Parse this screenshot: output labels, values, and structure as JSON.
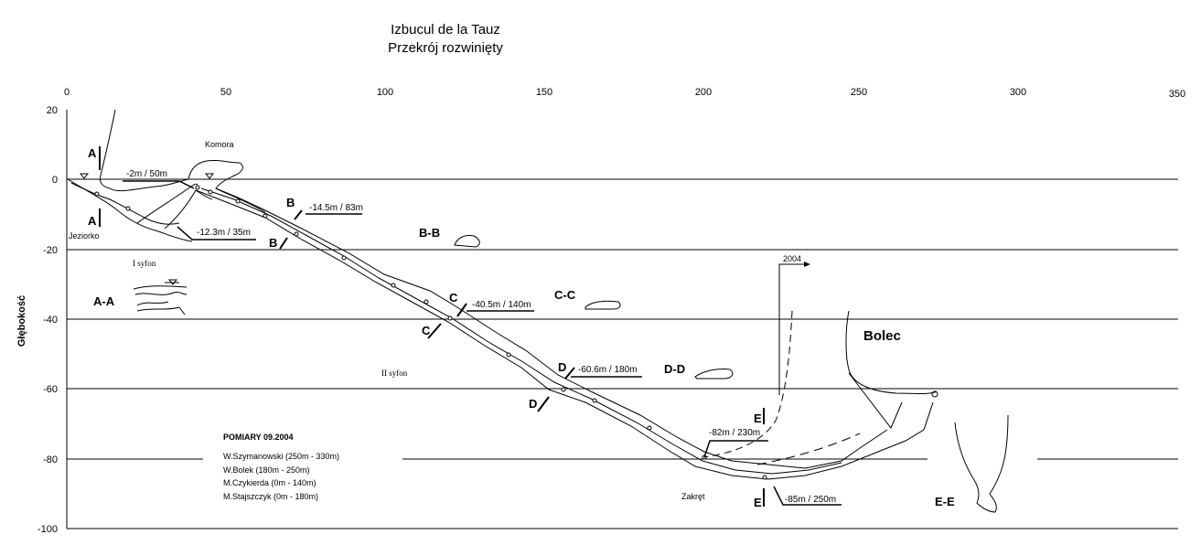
{
  "title": "Izbucul de la Tauz",
  "subtitle": "Przekrój rozwinięty",
  "x_axis": {
    "range": [
      0,
      350
    ],
    "ticks": [
      "0",
      "50",
      "100",
      "150",
      "200",
      "250",
      "300",
      "350"
    ]
  },
  "y_axis": {
    "label": "Głębokość",
    "range": [
      -100,
      20
    ],
    "ticks": [
      "20",
      "0",
      "-20",
      "-40",
      "-60",
      "-80",
      "-100"
    ]
  },
  "section_markers": [
    "A",
    "A",
    "B",
    "B",
    "C",
    "C",
    "D",
    "D",
    "E",
    "E"
  ],
  "depth_labels": {
    "a": "-2m / 50m",
    "b": "-12.3m / 35m",
    "c": "-14.5m / 83m",
    "d": "-40.5m / 140m",
    "e": "-60.6m / 180m",
    "f": "-82m / 230m",
    "g": "-85m / 250m"
  },
  "place_labels": {
    "komora": "Komora",
    "jeziorko": "Jeziorko",
    "syfon1": "I syfon",
    "syfon2": "II syfon",
    "zakret": "Zakręt",
    "bolec": "Bolec",
    "year": "2004"
  },
  "cross_sections": [
    "A-A",
    "B-B",
    "C-C",
    "D-D",
    "E-E"
  ],
  "survey": {
    "heading": "POMIARY 09.2004",
    "lines": [
      "W.Szymanowski (250m - 330m)",
      "W.Bolek (180m - 250m)",
      "M.Czykierda (0m - 140m)",
      "M.Stajszczyk (0m - 180m)"
    ]
  }
}
